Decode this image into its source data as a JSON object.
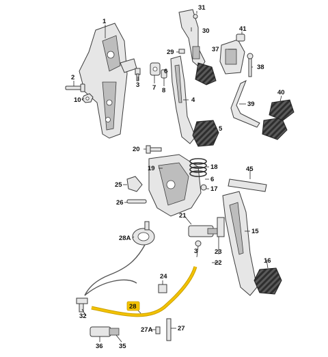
{
  "colors": {
    "part_fill": "#e6e6e6",
    "part_fill_dark": "#bdbdbd",
    "part_stroke": "#3a3a3a",
    "rubber": "#4a4a4a",
    "highlight_fill": "#f3c200",
    "highlight_stroke": "#caa000",
    "leader": "#222222"
  },
  "callouts": {
    "c1": "1",
    "c2": "2",
    "c3": "3",
    "c4": "4",
    "c5": "5",
    "c6": "6",
    "c7": "7",
    "c8": "8",
    "c10": "10",
    "c15": "15",
    "c16": "16",
    "c17": "17",
    "c18": "18",
    "c19": "19",
    "c20": "20",
    "c21": "21",
    "c22": "22",
    "c23": "23",
    "c24": "24",
    "c25": "25",
    "c26": "26",
    "c27": "27",
    "c27a": "27A",
    "c28": "28",
    "c28a": "28A",
    "c29": "29",
    "c30": "30",
    "c31": "31",
    "c32": "32",
    "c35": "35",
    "c36": "36",
    "c37": "37",
    "c38": "38",
    "c39": "39",
    "c40": "40",
    "c41": "41",
    "c45": "45"
  }
}
